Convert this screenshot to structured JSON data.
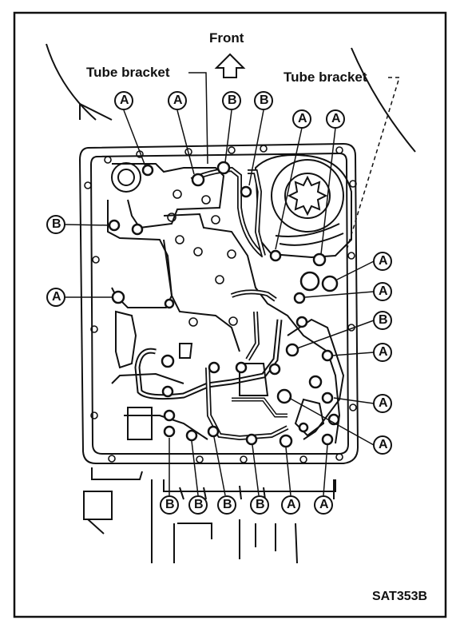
{
  "labels": {
    "front": "Front",
    "tube_bracket_left": "Tube bracket",
    "tube_bracket_right": "Tube bracket",
    "figure_code": "SAT353B"
  },
  "bolt_a": "A",
  "bolt_b": "B"
}
